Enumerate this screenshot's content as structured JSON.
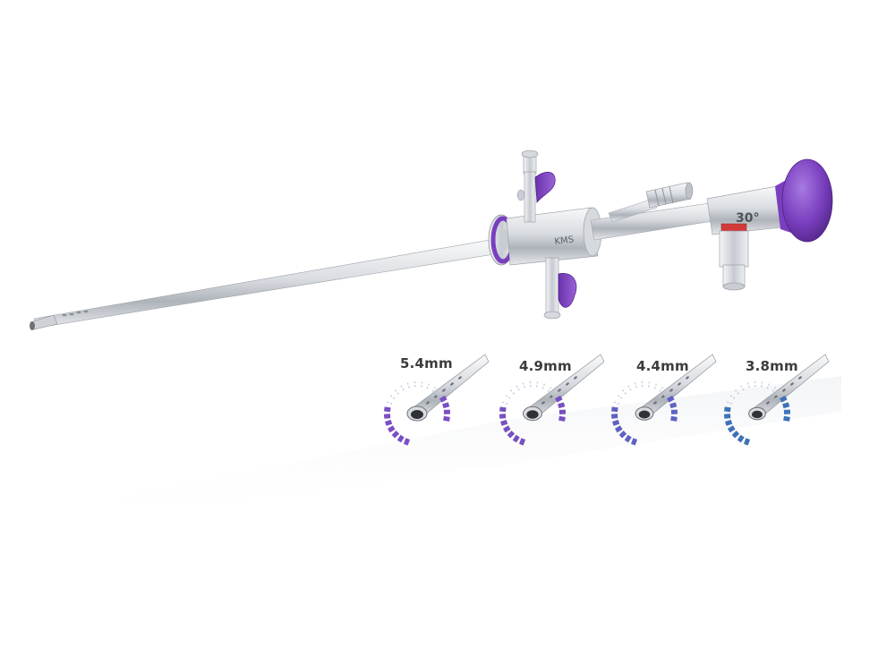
{
  "instrument": {
    "scope_angle_marking": "30°",
    "brand_marking": "KMS",
    "colors": {
      "accent": "#7a3fbf",
      "steel_light": "#f2f3f5",
      "steel_mid": "#c9ccd2",
      "steel_dark": "#8e939b",
      "red_ring": "#d23a3a"
    }
  },
  "sheath_sizes": [
    {
      "label": "5.4mm",
      "color": "#7b4fc4"
    },
    {
      "label": "4.9mm",
      "color": "#7650c0"
    },
    {
      "label": "4.4mm",
      "color": "#5e62c2"
    },
    {
      "label": "3.8mm",
      "color": "#3f72b8"
    }
  ]
}
